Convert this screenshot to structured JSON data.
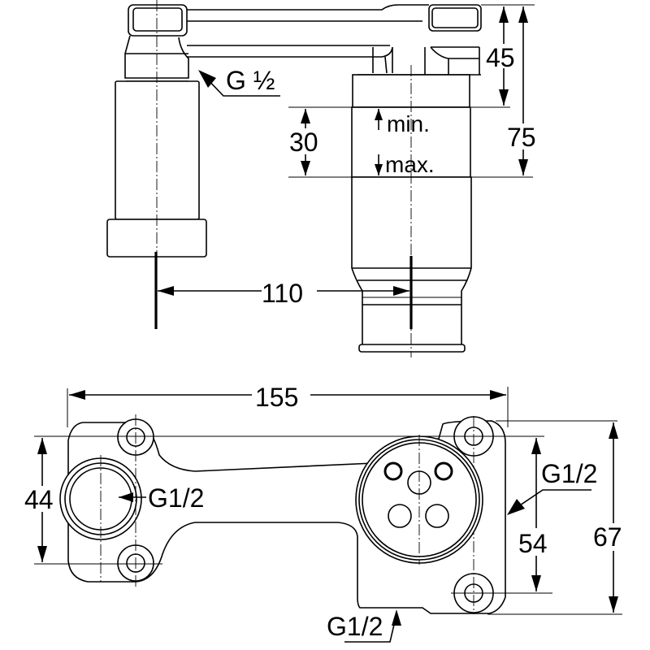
{
  "title": "Wall-mounted mixer installation dimensions",
  "colors": {
    "line": "#000000",
    "background": "#ffffff"
  },
  "side_view": {
    "thread_label": "G ½",
    "dim_height_upper": "45",
    "dim_height_total": "75",
    "dim_adjust": "30",
    "adjust_min_label": "min.",
    "adjust_max_label": "max.",
    "dim_spacing": "110"
  },
  "top_view": {
    "dim_width": "155",
    "dim_left_height": "44",
    "dim_right_inner": "54",
    "dim_right_outer": "67",
    "left_thread_label": "G1/2",
    "right_thread_label": "G1/2",
    "bottom_thread_label": "G1/2"
  }
}
